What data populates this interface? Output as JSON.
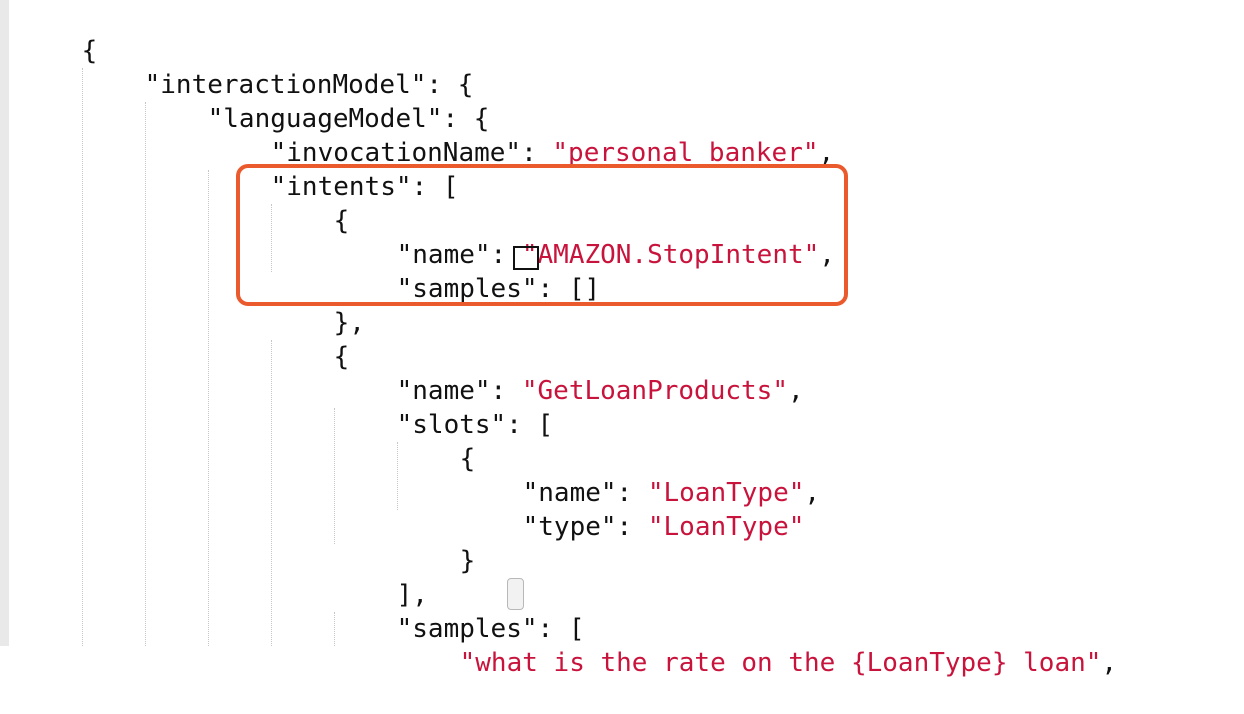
{
  "code": {
    "l01": {
      "punct": "{"
    },
    "l02": {
      "key": "\"interactionModel\"",
      "tail": ": {"
    },
    "l03": {
      "key": "\"languageModel\"",
      "tail": ": {"
    },
    "l04": {
      "key": "\"invocationName\"",
      "sep": ": ",
      "value": "\"personal banker\"",
      "tail": ","
    },
    "l05": {
      "key": "\"intents\"",
      "tail": ": ["
    },
    "l06": {
      "punct": "{"
    },
    "l07": {
      "key": "\"name\"",
      "sep": ": ",
      "value": "\"AMAZON.StopIntent\"",
      "tail": ","
    },
    "l08": {
      "key": "\"samples\"",
      "sep": ": ",
      "value": "[]"
    },
    "l09": {
      "punct": "},"
    },
    "l10": {
      "punct": "{"
    },
    "l11": {
      "key": "\"name\"",
      "sep": ": ",
      "value": "\"GetLoanProducts\"",
      "tail": ","
    },
    "l12": {
      "key": "\"slots\"",
      "tail": ": ["
    },
    "l13": {
      "punct": "{"
    },
    "l14": {
      "key": "\"name\"",
      "sep": ": ",
      "value": "\"LoanType\"",
      "tail": ","
    },
    "l15": {
      "key": "\"type\"",
      "sep": ": ",
      "value": "\"LoanType\""
    },
    "l16": {
      "punct": "}"
    },
    "l17": {
      "punct": "],"
    },
    "l18": {
      "key": "\"samples\"",
      "sep": ": ",
      "value": "["
    },
    "l19": {
      "value": "\"what is the rate on the {LoanType} loan\"",
      "tail": ","
    }
  },
  "colors": {
    "key": "#111111",
    "string": "#c8143c",
    "highlight_border": "#ea5a2c",
    "gutter": "#e9e9e9"
  }
}
